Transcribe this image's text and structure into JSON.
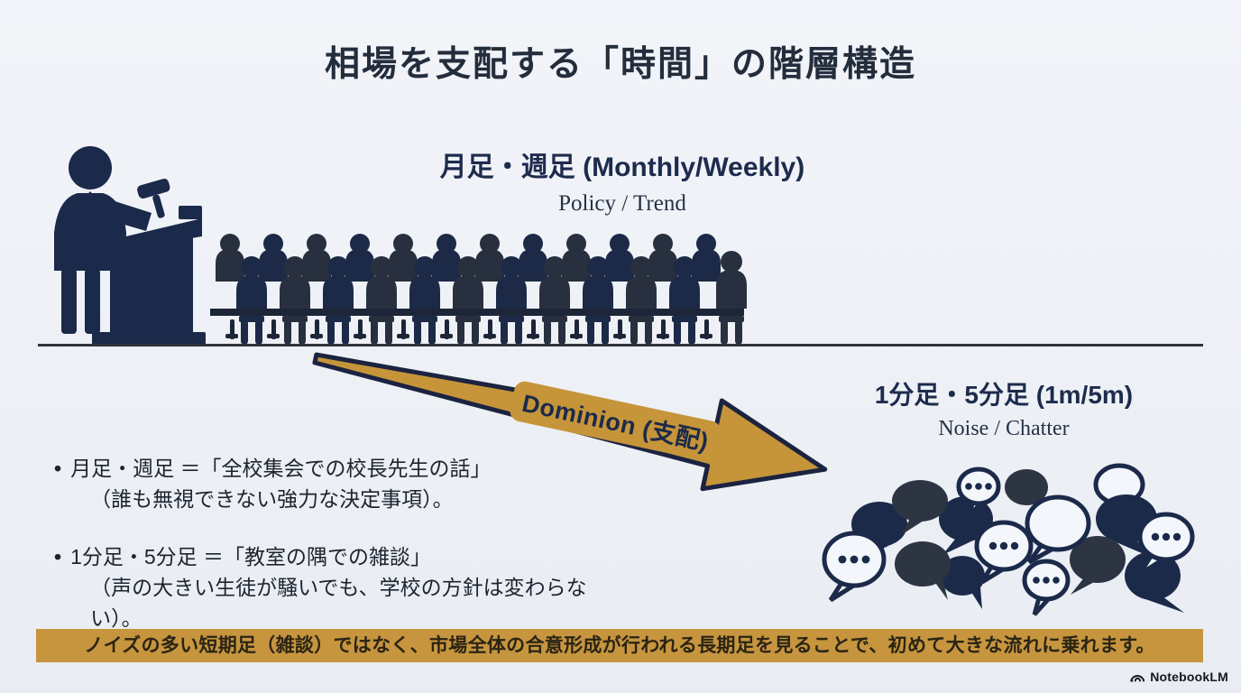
{
  "page": {
    "title": "相場を支配する「時間」の階層構造"
  },
  "higher_timeframe": {
    "label": "月足・週足 (Monthly/Weekly)",
    "sublabel": "Policy / Trend"
  },
  "lower_timeframe": {
    "label": "1分足・5分足 (1m/5m)",
    "sublabel": "Noise / Chatter"
  },
  "arrow": {
    "label": "Dominion (支配)"
  },
  "bullets": [
    {
      "line1": "月足・週足 ＝「全校集会での校長先生の話」",
      "line2": "（誰も無視できない強力な決定事項）。"
    },
    {
      "line1": "1分足・5分足 ＝「教室の隅での雑談」",
      "line2": "（声の大きい生徒が騒いでも、学校の方針は変わらない）。"
    }
  ],
  "banner": {
    "text": "ノイズの多い短期足（雑談）ではなく、市場全体の合意形成が行われる長期足を見ることで、初めて大きな流れに乗れます。"
  },
  "branding": {
    "label": "NotebookLM"
  },
  "icons": {
    "speaker": "speaker-at-podium-with-gavel",
    "crowd": "seated-audience-crowd",
    "bubbles": "speech-bubbles-chatter",
    "brand": "notebooklm-logo"
  },
  "colors": {
    "background": "#edf0f5",
    "navy": "#1b2a4a",
    "charcoal": "#2d3542",
    "gold_arrow": "#c6953a",
    "gold_banner": "#c6953e",
    "title_text": "#232d3b"
  }
}
